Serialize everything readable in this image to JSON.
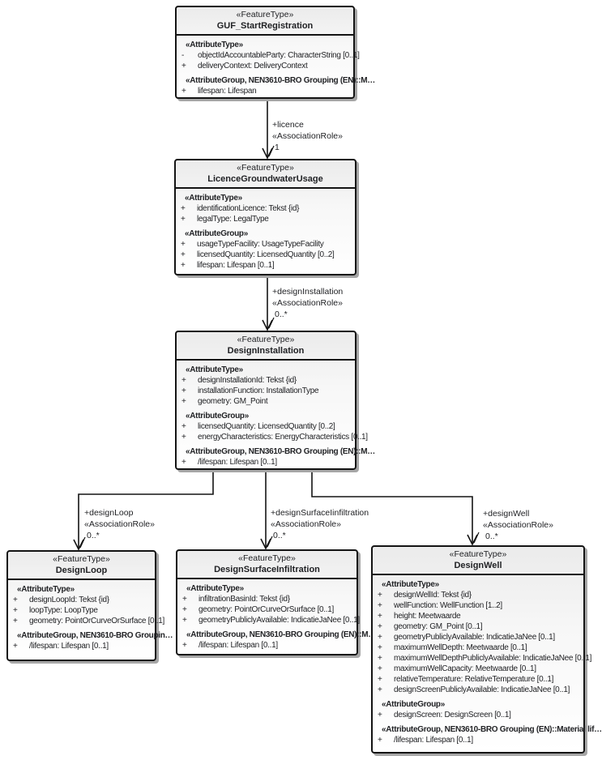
{
  "diagram": {
    "kind": "UML class diagram",
    "colors": {
      "background": "#ffffff",
      "box_border": "#141414",
      "box_fill_top": "#ebebeb",
      "box_fill_bottom": "#ffffff",
      "shadow": "#a6a6a6",
      "line": "#141414",
      "text": "#212225"
    }
  },
  "boxes": {
    "guf": {
      "stereotype": "«FeatureType»",
      "name": "GUF_StartRegistration",
      "rows": [
        {
          "kind": "stereo",
          "text": "«AttributeType»"
        },
        {
          "kind": "attr",
          "sign": "-",
          "text": "objectIdAccountableParty: CharacterString [0..1]"
        },
        {
          "kind": "attr",
          "sign": "+",
          "text": "deliveryContext: DeliveryContext"
        },
        {
          "kind": "stereo",
          "text": "«AttributeGroup, NEN3610-BRO Grouping (EN)::M…"
        },
        {
          "kind": "attr",
          "sign": "+",
          "text": "lifespan: Lifespan"
        }
      ]
    },
    "licence": {
      "stereotype": "«FeatureType»",
      "name": "LicenceGroundwaterUsage",
      "rows": [
        {
          "kind": "stereo",
          "text": "«AttributeType»"
        },
        {
          "kind": "attr",
          "sign": "+",
          "text": "identificationLicence: Tekst {id}"
        },
        {
          "kind": "attr",
          "sign": "+",
          "text": "legalType: LegalType"
        },
        {
          "kind": "stereo",
          "text": "«AttributeGroup»"
        },
        {
          "kind": "attr",
          "sign": "+",
          "text": "usageTypeFacility: UsageTypeFacility"
        },
        {
          "kind": "attr",
          "sign": "+",
          "text": "licensedQuantity: LicensedQuantity [0..2]"
        },
        {
          "kind": "attr",
          "sign": "+",
          "text": "lifespan: Lifespan [0..1]"
        }
      ]
    },
    "installation": {
      "stereotype": "«FeatureType»",
      "name": "DesignInstallation",
      "rows": [
        {
          "kind": "stereo",
          "text": "«AttributeType»"
        },
        {
          "kind": "attr",
          "sign": "+",
          "text": "designInstallationId: Tekst {id}"
        },
        {
          "kind": "attr",
          "sign": "+",
          "text": "installationFunction: InstallationType"
        },
        {
          "kind": "attr",
          "sign": "+",
          "text": "geometry: GM_Point"
        },
        {
          "kind": "stereo",
          "text": "«AttributeGroup»"
        },
        {
          "kind": "attr",
          "sign": "+",
          "text": "licensedQuantity: LicensedQuantity [0..2]"
        },
        {
          "kind": "attr",
          "sign": "+",
          "text": "energyCharacteristics: EnergyCharacteristics [0..1]"
        },
        {
          "kind": "stereo",
          "text": "«AttributeGroup, NEN3610-BRO Grouping (EN)::M…"
        },
        {
          "kind": "attr",
          "sign": "+",
          "text": "/lifespan: Lifespan [0..1]"
        }
      ]
    },
    "loop": {
      "stereotype": "«FeatureType»",
      "name": "DesignLoop",
      "rows": [
        {
          "kind": "stereo",
          "text": "«AttributeType»"
        },
        {
          "kind": "attr",
          "sign": "+",
          "text": "designLoopId: Tekst {id}"
        },
        {
          "kind": "attr",
          "sign": "+",
          "text": "loopType: LoopType"
        },
        {
          "kind": "attr",
          "sign": "+",
          "text": "geometry: PointOrCurveOrSurface [0..1]"
        },
        {
          "kind": "stereo",
          "text": "«AttributeGroup, NEN3610-BRO Groupin…"
        },
        {
          "kind": "attr",
          "sign": "+",
          "text": "/lifespan: Lifespan [0..1]"
        }
      ]
    },
    "surface": {
      "stereotype": "«FeatureType»",
      "name": "DesignSurfaceInfiltration",
      "rows": [
        {
          "kind": "stereo",
          "text": "«AttributeType»"
        },
        {
          "kind": "attr",
          "sign": "+",
          "text": "infiltrationBasinId: Tekst {id}"
        },
        {
          "kind": "attr",
          "sign": "+",
          "text": "geometry: PointOrCurveOrSurface [0..1]"
        },
        {
          "kind": "attr",
          "sign": "+",
          "text": "geometryPubliclyAvailable: IndicatieJaNee [0..1]"
        },
        {
          "kind": "stereo",
          "text": "«AttributeGroup, NEN3610-BRO Grouping (EN)::M…"
        },
        {
          "kind": "attr",
          "sign": "+",
          "text": "/lifespan: Lifespan [0..1]"
        }
      ]
    },
    "well": {
      "stereotype": "«FeatureType»",
      "name": "DesignWell",
      "rows": [
        {
          "kind": "stereo",
          "text": "«AttributeType»"
        },
        {
          "kind": "attr",
          "sign": "+",
          "text": "designWellId: Tekst {id}"
        },
        {
          "kind": "attr",
          "sign": "+",
          "text": "wellFunction: WellFunction [1..2]"
        },
        {
          "kind": "attr",
          "sign": "+",
          "text": "height: Meetwaarde"
        },
        {
          "kind": "attr",
          "sign": "+",
          "text": "geometry: GM_Point [0..1]"
        },
        {
          "kind": "attr",
          "sign": "+",
          "text": "geometryPubliclyAvailable: IndicatieJaNee [0..1]"
        },
        {
          "kind": "attr",
          "sign": "+",
          "text": "maximumWellDepth: Meetwaarde [0..1]"
        },
        {
          "kind": "attr",
          "sign": "+",
          "text": "maximumWellDepthPubliclyAvailable: IndicatieJaNee [0..1]"
        },
        {
          "kind": "attr",
          "sign": "+",
          "text": "maximumWellCapacity: Meetwaarde [0..1]"
        },
        {
          "kind": "attr",
          "sign": "+",
          "text": "relativeTemperature: RelativeTemperature [0..1]"
        },
        {
          "kind": "attr",
          "sign": "+",
          "text": "designScreenPubliclyAvailable: IndicatieJaNee [0..1]"
        },
        {
          "kind": "stereo",
          "text": "«AttributeGroup»"
        },
        {
          "kind": "attr",
          "sign": "+",
          "text": "designScreen: DesignScreen [0..1]"
        },
        {
          "kind": "stereo",
          "text": "«AttributeGroup, NEN3610-BRO Grouping (EN)::Material lif…"
        },
        {
          "kind": "attr",
          "sign": "+",
          "text": "/lifespan: Lifespan [0..1]"
        }
      ]
    }
  },
  "connectors": {
    "licence": {
      "role": "+licence",
      "stereotype": "«AssociationRole»",
      "multiplicity": "1"
    },
    "designInstallation": {
      "role": "+designInstallation",
      "stereotype": "«AssociationRole»",
      "multiplicity": "0..*"
    },
    "designLoop": {
      "role": "+designLoop",
      "stereotype": "«AssociationRole»",
      "multiplicity": "0..*"
    },
    "designSurfaceInfiltration": {
      "role": "+designSurfaceIinfiltration",
      "stereotype": "«AssociationRole»",
      "multiplicity": "0..*"
    },
    "designWell": {
      "role": "+designWell",
      "stereotype": "«AssociationRole»",
      "multiplicity": "0..*"
    }
  }
}
